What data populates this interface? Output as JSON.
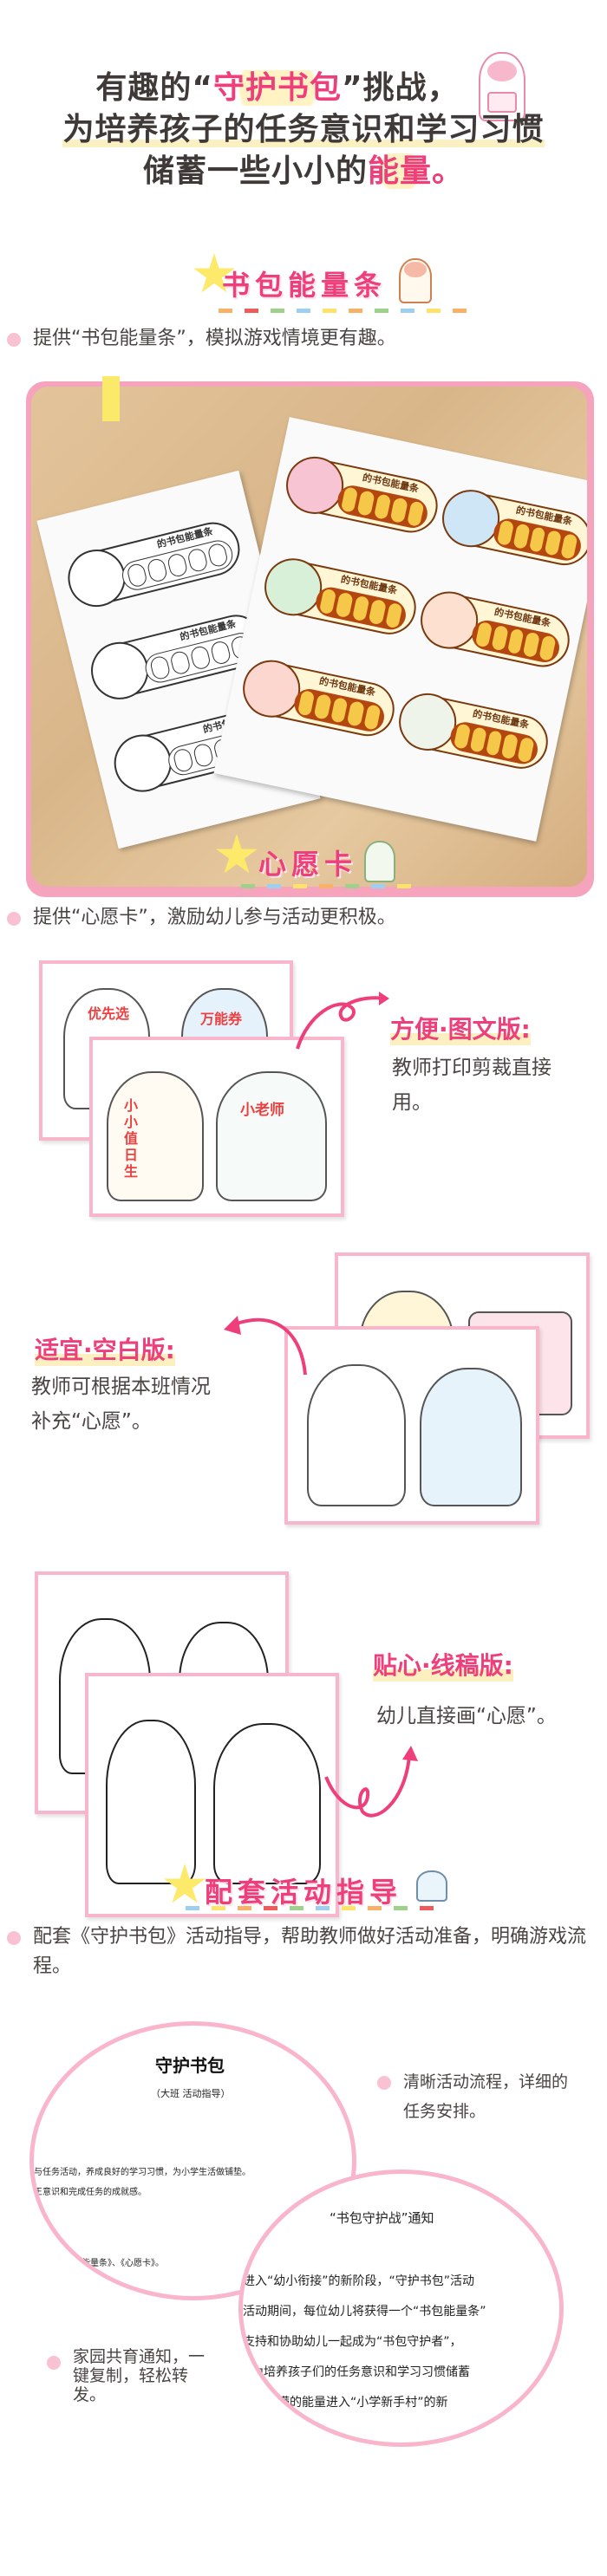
{
  "headline": {
    "line1_prefix": "有趣的“",
    "line1_highlight": "守护书包",
    "line1_suffix": "”挑战，",
    "line2": "为培养孩子的任务意识和学习习惯",
    "line3_prefix": "储蓄一些小小的",
    "line3_highlight": "能量",
    "line3_suffix": "。"
  },
  "colors": {
    "accent": "#ee3f7a",
    "card_border": "#f9b6cb",
    "star": "#fde96a",
    "highlight_bg": "#fcefc0"
  },
  "sections": [
    {
      "title": "书包能量条",
      "bullet": "提供“书包能量条”，模拟游戏情境更有趣。",
      "bar_label": "的书包能量条"
    },
    {
      "title": "心愿卡",
      "bullet": "提供“心愿卡”，激励幼儿参与活动更积极。",
      "versions": [
        {
          "label": "方便·图文版:",
          "desc": "教师打印剪裁直接用。",
          "card_texts": [
            "优先选",
            "万能券",
            "小小值日生",
            "小老师"
          ]
        },
        {
          "label": "适宜·空白版:",
          "desc": "教师可根据本班情况补充“心愿”。"
        },
        {
          "label": "贴心·线稿版:",
          "desc": "幼儿直接画“心愿”。"
        }
      ]
    },
    {
      "title": "配套活动指导",
      "bullet": "配套《守护书包》活动指导，帮助教师做好活动准备，明确游戏流程。",
      "doc1": {
        "title": "守护书包",
        "subtitle": "（大班  活动指导）",
        "lines": [
          "与任务活动，养成良好的学习习惯，为小学生活做铺垫。",
          "王意识和完成任务的成就感。",
          "包能量条》、《心愿卡》。"
        ]
      },
      "doc2": {
        "title": "“书包守护战”通知",
        "lines": [
          "进入“幼小衔接”的新阶段，“守护书包”活动",
          "活动期间，每位幼儿将获得一个“书包能量条”",
          "支持和协助幼儿一起成为“书包守护者”，",
          "为培养孩子们的任务意识和学习习惯储蓄",
          "满的能量进入“小学新手村”的新"
        ]
      },
      "bullet_right": "清晰活动流程，详细的任务安排。",
      "bullet_left": "家园共育通知，一键复制，轻松转发。"
    }
  ]
}
